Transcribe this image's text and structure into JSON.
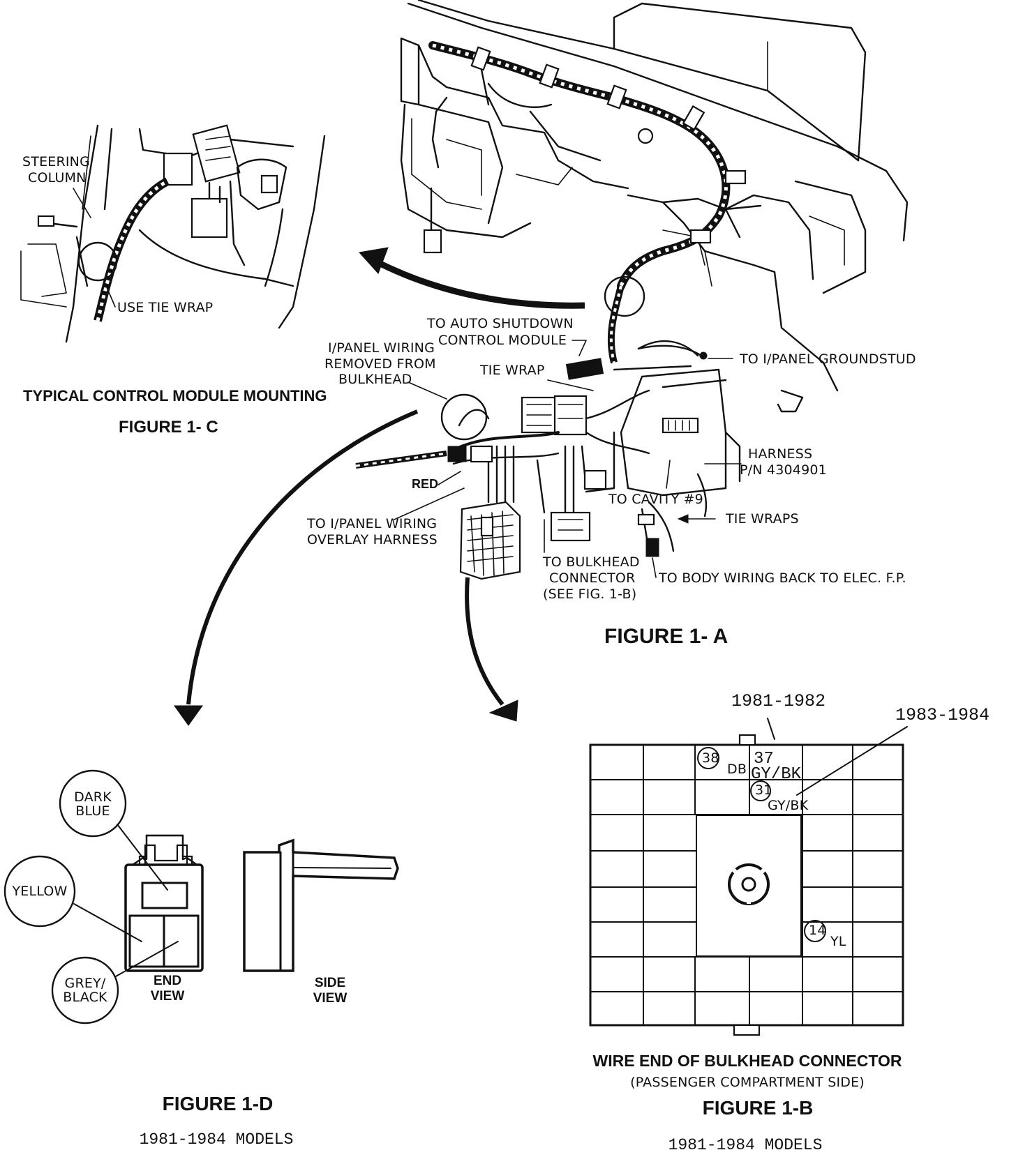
{
  "figure_1c": {
    "steering_column": [
      "STEERING",
      "COLUMN"
    ],
    "use_tie_wrap": "USE TIE WRAP",
    "title": "TYPICAL CONTROL MODULE MOUNTING",
    "figure_label": "FIGURE 1- C"
  },
  "figure_1a": {
    "auto_shutdown": [
      "TO AUTO SHUTDOWN",
      "CONTROL MODULE"
    ],
    "ipanel_removed": [
      "I/PANEL WIRING",
      "REMOVED FROM",
      "BULKHEAD"
    ],
    "tie_wrap": "TIE WRAP",
    "groundstud": "TO I/PANEL GROUNDSTUD",
    "harness": [
      "HARNESS",
      "P/N 4304901"
    ],
    "red": "RED",
    "cavity": "TO CAVITY  #9",
    "tie_wraps": "TIE WRAPS",
    "overlay_harness": [
      "TO I/PANEL WIRING",
      "OVERLAY HARNESS"
    ],
    "bulkhead_connector": [
      "TO BULKHEAD",
      "CONNECTOR",
      "(SEE FIG. 1-B)"
    ],
    "body_wiring": "TO BODY WIRING BACK TO ELEC. F.P.",
    "figure_label": "FIGURE 1- A"
  },
  "figure_1b": {
    "year_8182": "1981-1982",
    "year_8384": "1983-1984",
    "cavity_38": "38",
    "db": "DB",
    "cavity_37": "37",
    "gy_bk_8182": "GY/BK",
    "cavity_31": "31",
    "gy_bk_8384": "GY/BK",
    "cavity_14": "14",
    "yl": "YL",
    "caption_title": "WIRE END OF BULKHEAD CONNECTOR",
    "caption_sub": "(PASSENGER COMPARTMENT SIDE)",
    "figure_label": "FIGURE 1-B",
    "models": "1981-1984 MODELS"
  },
  "figure_1d": {
    "dark_blue": [
      "DARK",
      "BLUE"
    ],
    "yellow": "YELLOW",
    "grey_black": [
      "GREY/",
      "BLACK"
    ],
    "end_view": [
      "END",
      "VIEW"
    ],
    "side_view": [
      "SIDE",
      "VIEW"
    ],
    "figure_label": "FIGURE 1-D",
    "models": "1981-1984 MODELS"
  }
}
